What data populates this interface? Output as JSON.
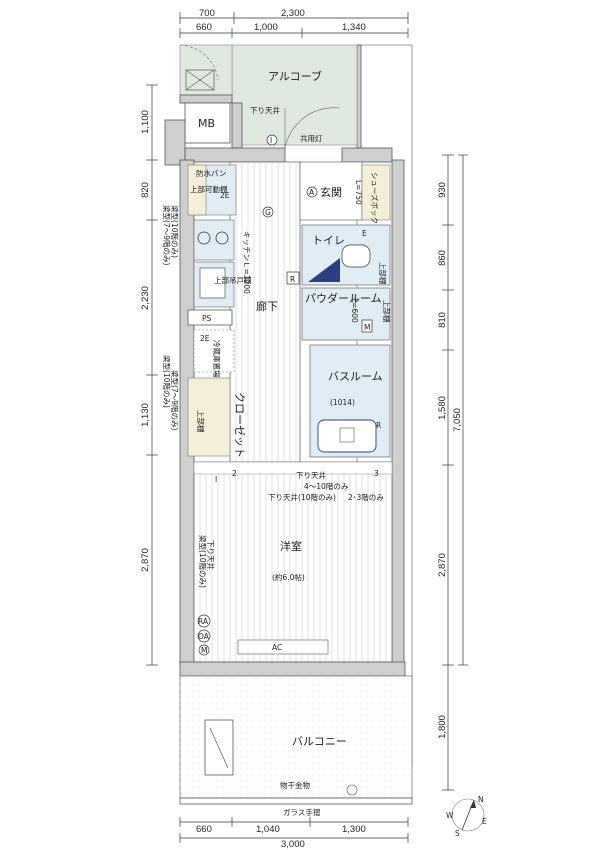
{
  "top_dimensions": {
    "total": "2,300",
    "row": [
      "700",
      "660",
      "1,000",
      "1,340"
    ]
  },
  "bottom_dimensions": {
    "row": [
      "660",
      "1,040",
      "1,300"
    ],
    "total": "3,000"
  },
  "left_dimensions": [
    "1,100",
    "820",
    "2,230",
    "1,130",
    "2,870"
  ],
  "right_dimensions": {
    "segments": [
      "930",
      "860",
      "810",
      "1,580",
      "2,870",
      "1,800"
    ],
    "total": "7,050"
  },
  "rooms": {
    "alcove": "アルコーブ",
    "mb": "MB",
    "kyouyoutou": "共用灯",
    "sagari_tenjo_top": "下り天井",
    "genkan": "玄関",
    "shoes_box": "シューズボックス",
    "toilet": "トイレ",
    "powder_room": "パウダールーム",
    "bath_room": "バスルーム",
    "bath_size": "(1014)",
    "rouka": "廊下",
    "kitchen": "キッチンＬ=1200",
    "ps": "PS",
    "closet": "クローゼット",
    "youshitsu": "洋室",
    "youshitsu_size": "(約6.0帖)",
    "balcony": "バルコニー",
    "glass_rail": "ガラス手摺",
    "mono_hoshi": "物干金物",
    "ac": "AC"
  },
  "notes": {
    "bousui_pan": "防水パン",
    "joubu_kadou_dana": "上部可動棚",
    "joubu_todana": "上部吊戸棚",
    "reizouko": "冷蔵庫置場",
    "joubudana": "上部棚",
    "joubudana2": "上部棚",
    "joubudana3": "上部棚",
    "l750": "L=750",
    "l600": "L=600",
    "sagari_410": "下り天井",
    "sagari_410_floors": "4～10階のみ",
    "sagari_10_23": "下り天井(10階のみ)",
    "sagari_23": "2･3階のみ",
    "sagari_left": "下り天井",
    "hari_10_top": "梁型(10階のみ)",
    "hari_79_top": "梁型(7～9階のみ)",
    "hari_10_mid": "梁型(10階のみ)",
    "hari_79_mid": "梁型(7～9階のみ)",
    "hari_10_bottom": "梁型(10階のみ)"
  },
  "symbols": {
    "A": "A",
    "G": "G",
    "E": "E",
    "R": "R",
    "M": "M",
    "I": "I",
    "I2": "I",
    "num2": "2",
    "num3": "3",
    "RA": "RA",
    "OA": "OA",
    "M2": "M",
    "E2": "2E",
    "E3": "2E",
    "E4": "2E"
  },
  "compass": {
    "N": "N",
    "E": "E",
    "S": "S",
    "W": "W"
  },
  "colors": {
    "wall": "#cfcfcf",
    "alcove_fill": "#dfe9df",
    "toilet_fill": "#e1edf5",
    "storage_fill": "#f4f0d8",
    "blue_fixture": "#2b3f86",
    "cyan_fixture": "#6fb3d0"
  }
}
